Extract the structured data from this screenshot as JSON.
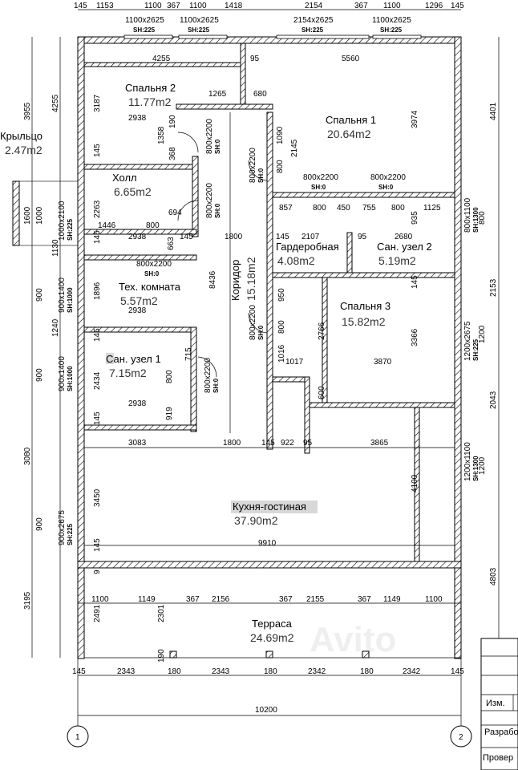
{
  "rooms": [
    {
      "name": "Спальня 2",
      "area": "11.77m2"
    },
    {
      "name": "Спальня 1",
      "area": "20.64m2"
    },
    {
      "name": "Крыльцо",
      "area": "2.47m2"
    },
    {
      "name": "Холл",
      "area": "6.65m2"
    },
    {
      "name": "Гардеробная",
      "area": "4.08m2"
    },
    {
      "name": "Сан. узел 2",
      "area": "5.19m2"
    },
    {
      "name": "Тех. комната",
      "area": "5.57m2"
    },
    {
      "name": "Коридор",
      "area": "15.18m2"
    },
    {
      "name": "Спальня 3",
      "area": "15.82m2"
    },
    {
      "name": "Сан. узел 1",
      "area": "7.15m2"
    },
    {
      "name": "Кухня-гостиная",
      "area": "37.90m2"
    },
    {
      "name": "Терраса",
      "area": "24.69m2"
    }
  ],
  "top_dims": [
    "145",
    "1153",
    "1100",
    "367",
    "1100",
    "1418",
    "2154",
    "367",
    "1100",
    "1296",
    "145"
  ],
  "windows_top": [
    {
      "size": "1100x2625",
      "sh": "SH:225"
    },
    {
      "size": "1100x2625",
      "sh": "SH:225"
    },
    {
      "size": "2154x2625",
      "sh": "SH:225"
    },
    {
      "size": "1100x2625",
      "sh": "SH:225"
    }
  ],
  "left_dims": [
    "3955",
    "4255",
    "1130",
    "1240",
    "3080",
    "3195"
  ],
  "left_inner": [
    "1600",
    "1000",
    "900",
    "900",
    "900"
  ],
  "right_dims": [
    "4401",
    "2153",
    "2043",
    "4803"
  ],
  "right_inner": [
    "800",
    "1200",
    "1200"
  ],
  "interior_dims": [
    "4255",
    "95",
    "5560",
    "3187",
    "1265",
    "680",
    "2938",
    "1358",
    "190",
    "368",
    "1090",
    "2145",
    "3974",
    "145",
    "800",
    "857",
    "800",
    "450",
    "755",
    "800",
    "1125",
    "935",
    "2263",
    "694",
    "800",
    "1446",
    "2938",
    "663",
    "145",
    "1800",
    "145",
    "2107",
    "95",
    "2680",
    "8436",
    "145",
    "1896",
    "2938",
    "950",
    "800",
    "2766",
    "3366",
    "145",
    "1017",
    "3870",
    "715",
    "800",
    "1016",
    "145",
    "2434",
    "600",
    "2938",
    "919",
    "145",
    "3083",
    "1800",
    "145",
    "922",
    "95",
    "3865",
    "4100",
    "3450",
    "9910",
    "145",
    "9",
    "2491",
    "2301",
    "190"
  ],
  "side_windows": [
    {
      "size": "1000x2100",
      "sh": "SH:225"
    },
    {
      "size": "900x1400",
      "sh": "SH:1000"
    },
    {
      "size": "900x1400",
      "sh": "SH:1000"
    },
    {
      "size": "900x2675",
      "sh": "SH:225"
    },
    {
      "size": "800x1100",
      "sh": "SH:1300"
    },
    {
      "size": "1200x2675",
      "sh": "SH:225"
    },
    {
      "size": "1200x1100",
      "sh": "SH:1300"
    }
  ],
  "doors": [
    {
      "size": "800x2200",
      "sh": "SH:0"
    },
    {
      "size": "800x2200",
      "sh": "SH:0"
    },
    {
      "size": "800x2200",
      "sh": "SH:0"
    },
    {
      "size": "800x2200",
      "sh": "SH:0"
    },
    {
      "size": "800x2200",
      "sh": "SH:0"
    },
    {
      "size": "800x2200",
      "sh": "SH:0"
    },
    {
      "size": "800x2200",
      "sh": "SH:0"
    },
    {
      "size": "800x2200",
      "sh": "SH:0"
    }
  ],
  "terrace_dims": [
    "1100",
    "1149",
    "367",
    "2156",
    "367",
    "2155",
    "367",
    "1149",
    "1100"
  ],
  "bottom_dims": [
    "145",
    "2343",
    "180",
    "2343",
    "180",
    "2342",
    "180",
    "2342",
    "145"
  ],
  "total_width": "10200",
  "axis_labels": [
    "1",
    "2"
  ],
  "title_block": {
    "row1": "Изм.",
    "row2": "Разрабо",
    "row3": "Провер"
  },
  "watermark": "Avito"
}
